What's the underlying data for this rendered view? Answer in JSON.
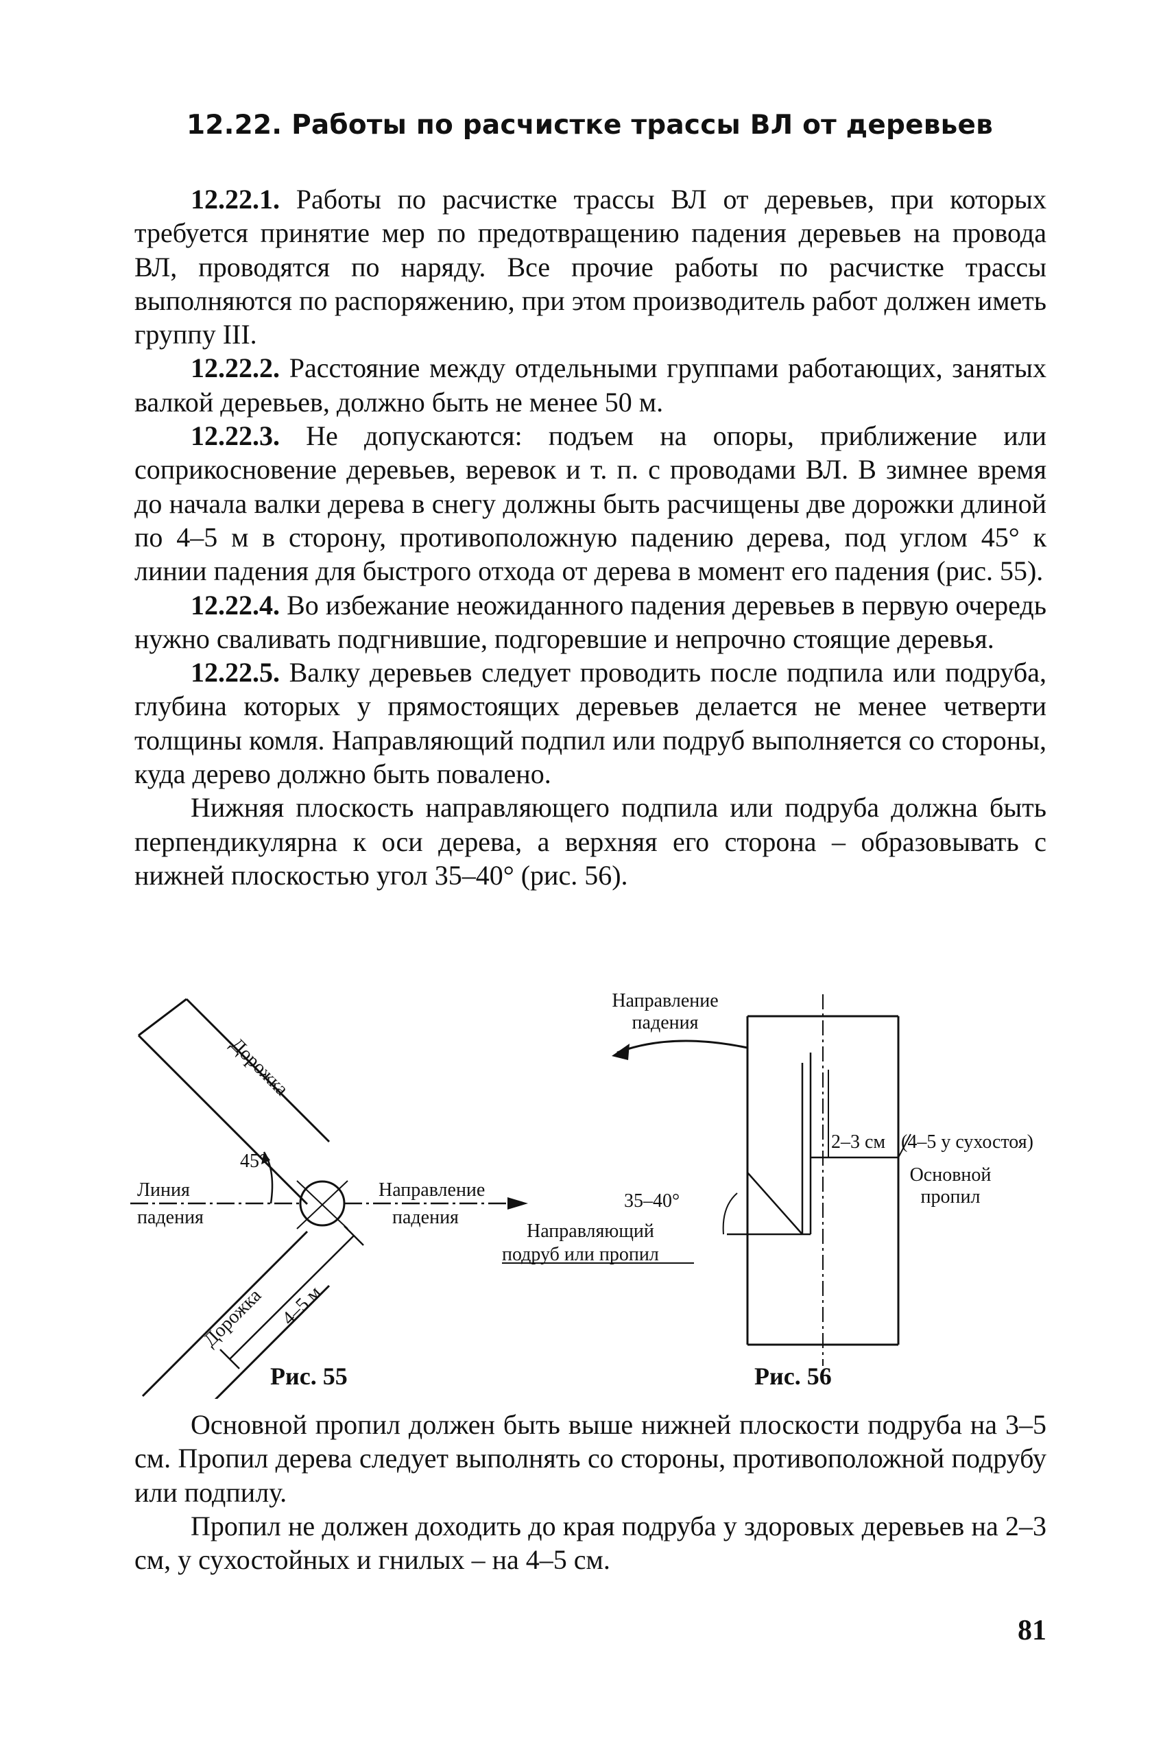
{
  "heading": "12.22. Работы по расчистке трассы ВЛ от деревьев",
  "paragraphs": [
    {
      "num": "12.22.1.",
      "text": " Работы по расчистке трассы ВЛ от деревьев, при которых требуется принятие мер по предотвращению падения деревьев на провода ВЛ, проводятся по наряду. Все прочие работы по расчистке трассы выполняются по распоряжению, при этом производитель работ должен иметь группу III."
    },
    {
      "num": "12.22.2.",
      "text": " Расстояние между отдельными группами работающих, занятых валкой деревьев, должно быть не менее 50 м."
    },
    {
      "num": "12.22.3.",
      "text": " Не допускаются: подъем на опоры, приближение или соприкосновение деревьев, веревок и т. п. с проводами ВЛ. В зимнее время до начала валки дерева в снегу должны быть расчищены две дорожки длиной по 4–5 м в сторону, противоположную падению дерева, под углом 45° к линии падения для быстрого отхода от дерева в момент его падения (рис. 55)."
    },
    {
      "num": "12.22.4.",
      "text": " Во избежание неожиданного падения деревьев в первую очередь нужно сваливать подгнившие, подгоревшие и непрочно стоящие деревья."
    },
    {
      "num": "12.22.5.",
      "text": " Валку деревьев следует проводить после подпила или подруба, глубина которых у прямостоящих деревьев делается не менее четверти толщины комля. Направляющий подпил или подруб выполняется со стороны, куда дерево должно быть повалено."
    },
    {
      "num": "",
      "text": "Нижняя плоскость направляющего подпила или подруба должна быть перпендикулярна к оси дерева, а верхняя его сторона – образовывать с нижней плоскостью угол 35–40° (рис. 56)."
    }
  ],
  "fig55": {
    "path_label_top": "Дорожка",
    "path_label_bottom": "Дорожка",
    "angle": "45°",
    "distance": "4–5 м",
    "fall_line_1": "Линия",
    "fall_line_2": "падения",
    "direction_1": "Направление",
    "direction_2": "падения",
    "caption": "Рис. 55"
  },
  "fig56": {
    "direction_1": "Направление",
    "direction_2": "падения",
    "angle": "35–40°",
    "notch_1": "Направляющий",
    "notch_2": "подруб или пропил",
    "gap": "2–3 см",
    "gap_dry": "(4–5 у сухостоя)",
    "cut_1": "Основной",
    "cut_2": "пропил",
    "caption": "Рис. 56"
  },
  "bottom_paragraphs": [
    "Основной пропил должен быть выше нижней плоскости подруба на 3–5 см. Пропил дерева следует выполнять со стороны, противоположной подрубу или подпилу.",
    "Пропил не должен доходить до края подруба у здоровых деревьев на 2–3 см, у сухостойных и гнилых – на 4–5 см."
  ],
  "page_number": "81"
}
